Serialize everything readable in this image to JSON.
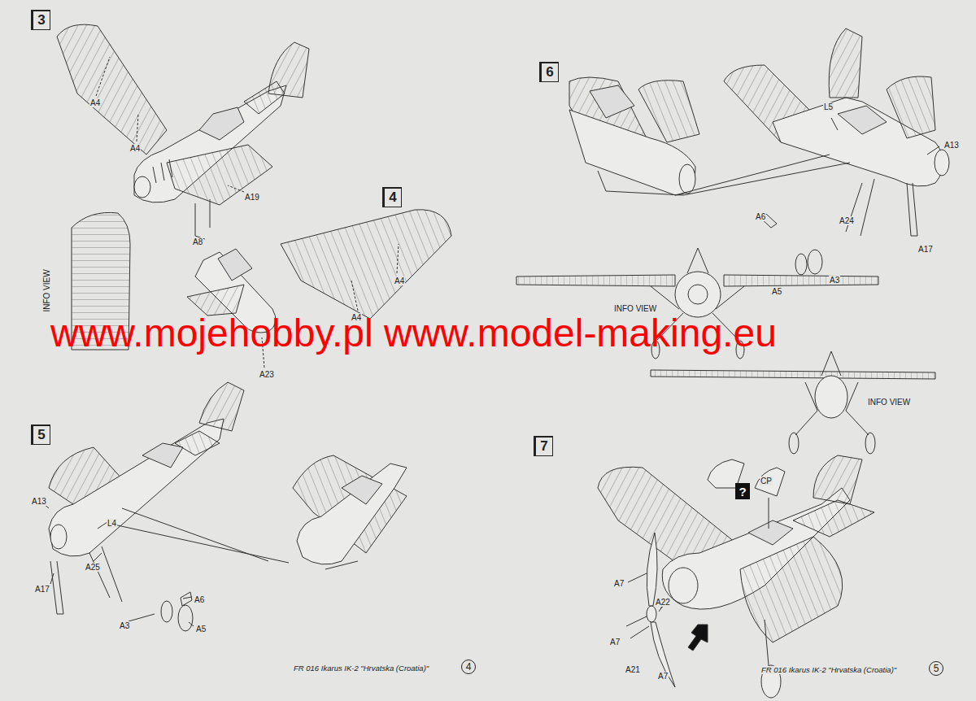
{
  "diagram": {
    "nodes": [
      {
        "text": [
          "3"
        ]
      },
      {
        "text": [
          "4"
        ]
      },
      {
        "text": [
          "5"
        ]
      },
      {
        "text": [
          "6"
        ]
      },
      {
        "text": [
          "7"
        ]
      },
      {
        "text": [
          "?"
        ]
      },
      {
        "text": [
          "4"
        ]
      },
      {
        "text": [
          "5"
        ]
      }
    ],
    "labels": [
      "A4",
      "A4",
      "A19",
      "A8",
      "INFO VIEW",
      "A4",
      "A4",
      "A23",
      "www.mojehobby.pl www.model-making.eu",
      "A13",
      "L4",
      "A25",
      "A17",
      "A6",
      "A3",
      "A5",
      "L5",
      "A13",
      "A6",
      "A24",
      "A17",
      "A3",
      "A5",
      "INFO VIEW",
      "INFO VIEW",
      "CP",
      "A7",
      "A22",
      "A7",
      "A21",
      "A7",
      "FR 016 Ikarus IK-2 \"Hrvatska (Croatia)\"",
      "FR 016 Ikarus IK-2 \"Hrvatska (Croatia)\""
    ]
  }
}
